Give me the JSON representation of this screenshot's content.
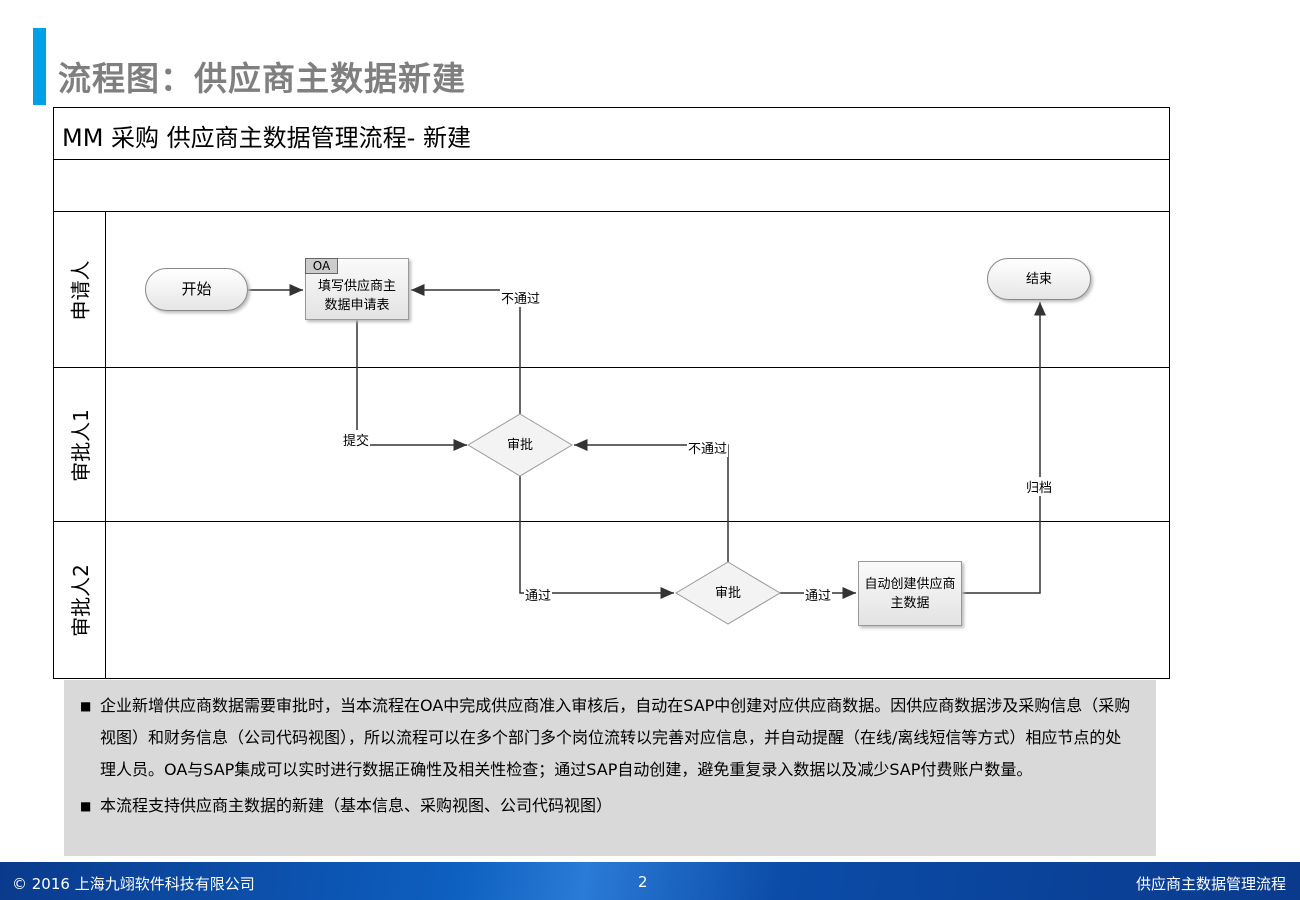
{
  "page_title": "流程图：供应商主数据新建",
  "diagram": {
    "title": "MM 采购  供应商主数据管理流程- 新建",
    "lanes": [
      "申请人",
      "审批人1",
      "审批人2"
    ],
    "nodes": {
      "start": "开始",
      "fill_form_tag": "OA",
      "fill_form": "填写供应商主数据申请表",
      "approve1": "审批",
      "approve2": "审批",
      "auto_create": "自动创建供应商主数据",
      "end": "结束"
    },
    "edges": {
      "submit": "提交",
      "reject1": "不通过",
      "pass1": "通过",
      "reject2": "不通过",
      "pass2": "通过",
      "archive": "归档"
    }
  },
  "description": [
    "企业新增供应商数据需要审批时，当本流程在OA中完成供应商准入审核后，自动在SAP中创建对应供应商数据。因供应商数据涉及采购信息（采购视图）和财务信息（公司代码视图），所以流程可以在多个部门多个岗位流转以完善对应信息，并自动提醒（在线/离线短信等方式）相应节点的处理人员。OA与SAP集成可以实时进行数据正确性及相关性检查；通过SAP自动创建，避免重复录入数据以及减少SAP付费账户数量。",
    "本流程支持供应商主数据的新建（基本信息、采购视图、公司代码视图）"
  ],
  "footer": {
    "copyright": "© 2016 上海九翊软件科技有限公司",
    "page": "2",
    "section": "供应商主数据管理流程"
  },
  "colors": {
    "accent": "#00a0e9",
    "footer": "#0d4fa8"
  }
}
